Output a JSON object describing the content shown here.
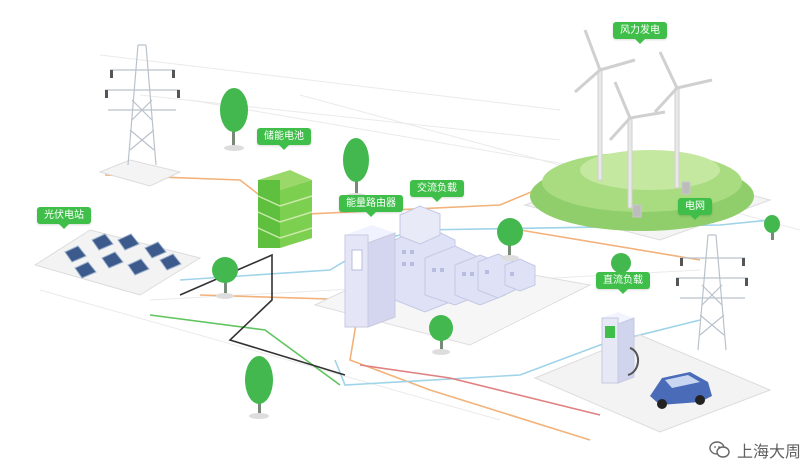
{
  "labels": {
    "wind": "风力发电",
    "storage": "储能电池",
    "solar": "光伏电站",
    "router": "能量路由器",
    "ac_load": "交流负载",
    "grid": "电网",
    "dc_charge": "直流负载"
  },
  "watermark": {
    "text": "上海大周",
    "icon": "wechat-icon"
  },
  "colors": {
    "label_green": "#3fbf4a",
    "tree_green": "#43b84e",
    "line_orange": "#f2b27a",
    "line_blue": "#9fd3e8",
    "line_green": "#5fc45f",
    "line_dark": "#333333",
    "line_red": "#e08080"
  }
}
